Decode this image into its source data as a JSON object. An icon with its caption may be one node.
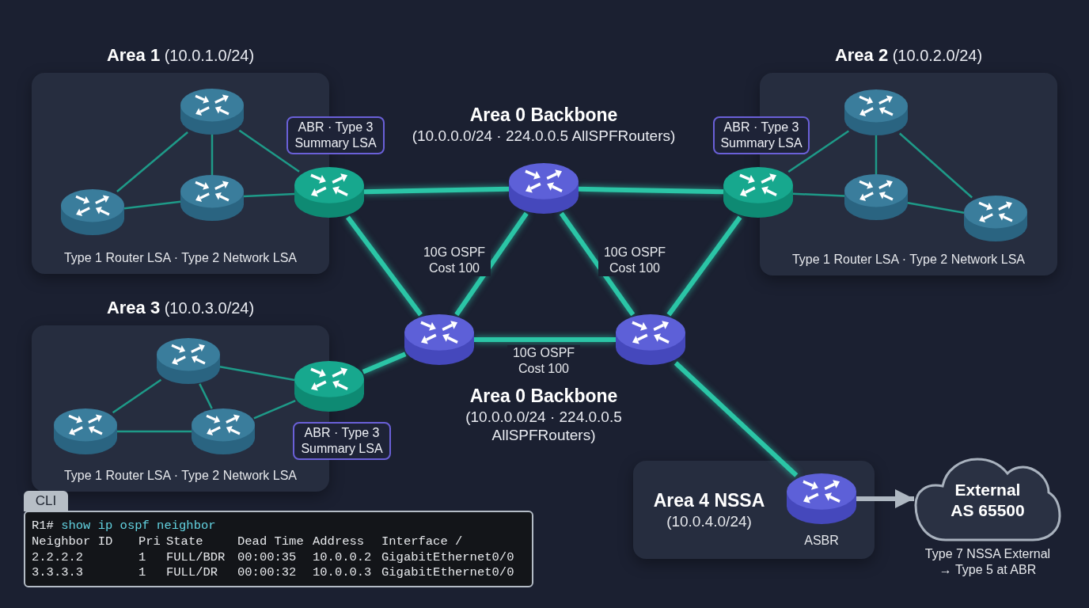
{
  "diagram": {
    "nodes": [
      {
        "text": [
          "**Area 1** (10.0.1.0/24)",
          "Type 1 Router LSA · Type 2 Network LSA"
        ]
      },
      {
        "text": [],
        "shape": "router",
        "in": 0
      },
      {
        "text": [],
        "shape": "router",
        "in": 0
      },
      {
        "text": [],
        "shape": "router",
        "in": 0
      },
      {
        "text": [
          "ABR · Type 3 Summary LSA"
        ]
      },
      {
        "text": [],
        "shape": "router"
      },
      {
        "text": [],
        "shape": "router"
      },
      {
        "text": [
          "ABR · Type 3 Summary LSA"
        ]
      },
      {
        "text": [],
        "shape": "router"
      },
      {
        "text": [
          "**Area 2** (10.0.2.0/24)",
          "Type 1 Router LSA · Type 2 Network LSA"
        ]
      },
      {
        "text": [],
        "shape": "router",
        "in": 9
      },
      {
        "text": [],
        "shape": "router",
        "in": 9
      },
      {
        "text": [],
        "shape": "router",
        "in": 9
      },
      {
        "text": [
          "**Area 3** (10.0.3.0/24)",
          "Type 1 Router LSA · Type 2 Network LSA"
        ]
      },
      {
        "text": [],
        "shape": "router",
        "in": 13
      },
      {
        "text": [],
        "shape": "router",
        "in": 13
      },
      {
        "text": [],
        "shape": "router",
        "in": 13
      },
      {
        "text": [],
        "shape": "router"
      },
      {
        "text": [
          "ABR · Type 3 Summary LSA"
        ]
      },
      {
        "text": [],
        "shape": "router"
      },
      {
        "text": [],
        "shape": "router"
      },
      {
        "text": [
          "Area 4 NSSA",
          "(10.0.4.0/24)"
        ]
      },
      {
        "text": [],
        "shape": "router",
        "in": 21,
        "beside": [
          "ASBR"
        ]
      },
      {
        "text": [
          "External AS 65500"
        ],
        "beside": [
          "Type 7 NSSA External → Type 5 at ABR"
        ]
      },
      {
        "text": [
          "CLI",
          "R1#",
          "show ip ospf neighbor",
          "Neighbor ID",
          "Pri",
          "State",
          "Dead Time",
          "Address",
          "Interface /",
          "2.2.2.2",
          "1",
          "FULL/BDR",
          "00:00:35",
          "10.0.0.2",
          "GigabitEthernet0/0",
          "3.3.3.3",
          "1",
          "FULL/DR",
          "00:00:32",
          "10.0.0.3",
          "GigabitEthernet0/0"
        ]
      }
    ],
    "edges": [
      {
        "from": 1,
        "to": 2,
        "arrow": "none"
      },
      {
        "from": 1,
        "to": 3,
        "arrow": "none"
      },
      {
        "from": 1,
        "to": 5,
        "arrow": "none"
      },
      {
        "from": 2,
        "to": 3,
        "arrow": "none"
      },
      {
        "from": 3,
        "to": 5,
        "arrow": "none"
      },
      {
        "from": 5,
        "to": 6,
        "arrow": "none",
        "style": "thick"
      },
      {
        "from": 5,
        "to": 19,
        "arrow": "none",
        "style": "thick"
      },
      {
        "from": 6,
        "to": 8,
        "arrow": "none",
        "style": "thick"
      },
      {
        "from": 6,
        "to": 19,
        "arrow": "none",
        "style": "thick",
        "label": "10G OSPF Cost 100"
      },
      {
        "from": 6,
        "to": 20,
        "arrow": "none",
        "style": "thick",
        "label": "10G OSPF Cost 100"
      },
      {
        "from": 8,
        "to": 20,
        "arrow": "none",
        "style": "thick"
      },
      {
        "from": 19,
        "to": 20,
        "arrow": "none",
        "style": "thick",
        "label": "10G OSPF Cost 100"
      },
      {
        "from": 8,
        "to": 10,
        "arrow": "none"
      },
      {
        "from": 8,
        "to": 11,
        "arrow": "none"
      },
      {
        "from": 10,
        "to": 11,
        "arrow": "none"
      },
      {
        "from": 10,
        "to": 12,
        "arrow": "none"
      },
      {
        "from": 11,
        "to": 12,
        "arrow": "none"
      },
      {
        "from": 14,
        "to": 15,
        "arrow": "none"
      },
      {
        "from": 14,
        "to": 16,
        "arrow": "none"
      },
      {
        "from": 15,
        "to": 16,
        "arrow": "none"
      },
      {
        "from": 14,
        "to": 17,
        "arrow": "none"
      },
      {
        "from": 16,
        "to": 17,
        "arrow": "none"
      },
      {
        "from": 17,
        "to": 19,
        "arrow": "none",
        "style": "thick"
      },
      {
        "from": 20,
        "to": 22,
        "arrow": "none",
        "style": "thick"
      },
      {
        "from": 22,
        "to": 23,
        "arrow": "to",
        "style": "thick",
        "color": "#aeb7c1"
      }
    ],
    "labels": [
      "Area 0 Backbone",
      "(10.0.0.0/24 · 224.0.0.5 AllSPFRouters)",
      "Area 0 Backbone",
      "(10.0.0.0/24 · 224.0.0.5 AllSPFRouters)"
    ]
  }
}
